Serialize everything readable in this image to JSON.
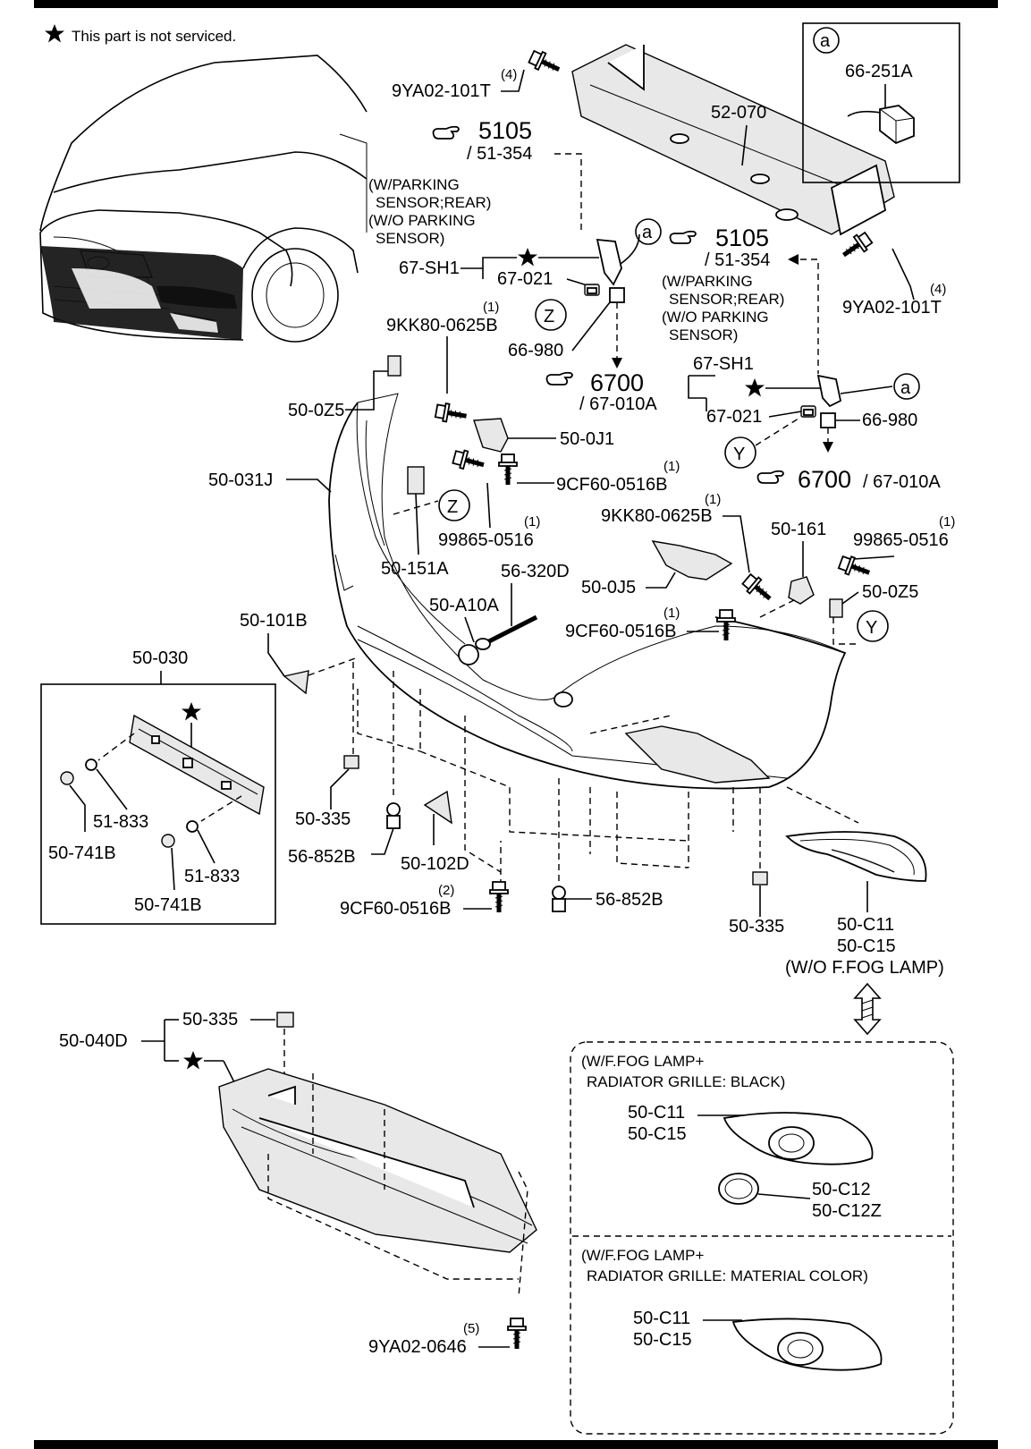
{
  "note": "This part is not serviced.",
  "labels": {
    "p_9ya02_101t_top": "9YA02-101T",
    "q_4_top": "(4)",
    "p_52_070": "52-070",
    "callout_a_box": "a",
    "p_66_251a": "66-251A",
    "ref_5105_a": "5105",
    "ref_51354_a": "/ 51-354",
    "cond_park_a1": "(W/PARKING",
    "cond_park_a2": "SENSOR;REAR)",
    "cond_park_a3": "(W/O PARKING",
    "cond_park_a4": "SENSOR)",
    "p_67_sh1_a": "67-SH1",
    "p_67_021_a": "67-021",
    "callout_a_1": "a",
    "callout_z_1": "Z",
    "q_1_a": "(1)",
    "p_9kk80_0625b_a": "9KK80-0625B",
    "p_66_980_a": "66-980",
    "ref_6700_a": "6700",
    "ref_67010a_a": "/ 67-010A",
    "ref_5105_b": "5105",
    "ref_51354_b": "/ 51-354",
    "cond_park_b1": "(W/PARKING",
    "cond_park_b2": "SENSOR;REAR)",
    "cond_park_b3": "(W/O PARKING",
    "cond_park_b4": "SENSOR)",
    "q_4_b": "(4)",
    "p_9ya02_101t_b": "9YA02-101T",
    "p_67_sh1_b": "67-SH1",
    "callout_a_2": "a",
    "p_67_021_b": "67-021",
    "p_66_980_b": "66-980",
    "callout_y_1": "Y",
    "ref_6700_b": "6700",
    "ref_67010a_b": "/ 67-010A",
    "p_50_0z5_a": "50-0Z5",
    "p_50_0j1": "50-0J1",
    "p_50_031j": "50-031J",
    "q_1_b": "(1)",
    "p_9cf60_0516b_a": "9CF60-0516B",
    "callout_z_2": "Z",
    "q_1_c": "(1)",
    "p_99865_0516_a": "99865-0516",
    "q_1_d": "(1)",
    "p_9kk80_0625b_b": "9KK80-0625B",
    "q_1_e": "(1)",
    "p_50_161": "50-161",
    "p_99865_0516_b": "99865-0516",
    "p_50_151a": "50-151A",
    "p_56_320d": "56-320D",
    "p_50_0j5": "50-0J5",
    "p_50_0z5_b": "50-0Z5",
    "p_50_a10a": "50-A10A",
    "callout_y_2": "Y",
    "q_1_f": "(1)",
    "p_9cf60_0516b_b": "9CF60-0516B",
    "p_50_101b": "50-101B",
    "p_50_030": "50-030",
    "p_51_833_a": "51-833",
    "p_50_741b_a": "50-741B",
    "p_51_833_b": "51-833",
    "p_50_741b_b": "50-741B",
    "p_50_335_a": "50-335",
    "p_56_852b_a": "56-852B",
    "p_50_102d": "50-102D",
    "q_2": "(2)",
    "p_9cf60_0516b_c": "9CF60-0516B",
    "p_56_852b_b": "56-852B",
    "p_50_335_b": "50-335",
    "p_50_c11_a": "50-C11",
    "p_50_c15_a": "50-C15",
    "cond_wo_fog": "(W/O F.FOG LAMP)",
    "p_50_040d": "50-040D",
    "p_50_335_c": "50-335",
    "cond_black1": "(W/F.FOG LAMP+",
    "cond_black2": "RADIATOR GRILLE: BLACK)",
    "p_50_c11_b": "50-C11",
    "p_50_c15_b": "50-C15",
    "p_50_c12": "50-C12",
    "p_50_c12z": "50-C12Z",
    "cond_mat1": "(W/F.FOG LAMP+",
    "cond_mat2": "RADIATOR GRILLE: MATERIAL COLOR)",
    "p_50_c11_c": "50-C11",
    "p_50_c15_c": "50-C15",
    "q_5": "(5)",
    "p_9ya02_0646": "9YA02-0646"
  }
}
